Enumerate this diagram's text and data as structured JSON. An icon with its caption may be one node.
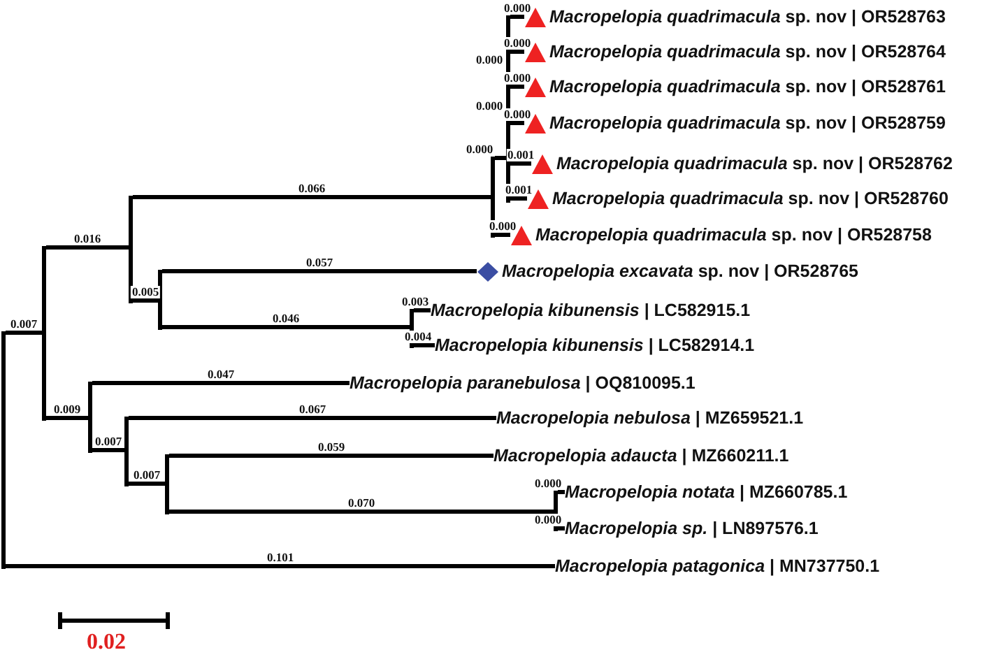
{
  "diagram": {
    "nodes": [
      {
        "text": [
          "*Macropelopia quadrimacula* sp. nov | OR528763"
        ]
      },
      {
        "text": [
          "*Macropelopia quadrimacula* sp. nov | OR528764"
        ]
      },
      {
        "text": [
          "*Macropelopia quadrimacula* sp. nov | OR528761"
        ]
      },
      {
        "text": [
          "*Macropelopia quadrimacula* sp. nov | OR528759"
        ]
      },
      {
        "text": [
          "*Macropelopia quadrimacula* sp. nov | OR528762"
        ]
      },
      {
        "text": [
          "*Macropelopia quadrimacula* sp. nov | OR528760"
        ]
      },
      {
        "text": [
          "*Macropelopia quadrimacula* sp. nov | OR528758"
        ]
      },
      {
        "text": [
          "*Macropelopia excavata* sp. nov | OR528765"
        ]
      },
      {
        "text": [
          "*Macropelopia kibunensis* | LC582915.1"
        ]
      },
      {
        "text": [
          "*Macropelopia kibunensis* | LC582914.1"
        ]
      },
      {
        "text": [
          "*Macropelopia paranebulosa* | OQ810095.1"
        ]
      },
      {
        "text": [
          "*Macropelopia nebulosa* | MZ659521.1"
        ]
      },
      {
        "text": [
          "*Macropelopia adaucta* | MZ660211.1"
        ]
      },
      {
        "text": [
          "*Macropelopia notata* | MZ660785.1"
        ]
      },
      {
        "text": [
          "*Macropelopia sp.* | LN897576.1"
        ]
      },
      {
        "text": [
          "*Macropelopia patagonica* | MN737750.1"
        ]
      },
      {
        "text": [],
        "shape": "bar"
      },
      {
        "text": [],
        "shape": "bar"
      },
      {
        "text": [],
        "shape": "bar"
      },
      {
        "text": [],
        "shape": "bar"
      },
      {
        "text": [],
        "shape": "bar"
      },
      {
        "text": [],
        "shape": "bar"
      },
      {
        "text": [],
        "shape": "bar"
      },
      {
        "text": [],
        "shape": "bar"
      },
      {
        "text": [],
        "shape": "bar"
      },
      {
        "text": [],
        "shape": "bar"
      },
      {
        "text": [],
        "shape": "bar"
      }
    ],
    "edges": [
      {
        "from": 16,
        "to": 17,
        "arrow": "none",
        "label": "0.007"
      },
      {
        "from": 16,
        "to": 15,
        "arrow": "none",
        "label": "0.101"
      },
      {
        "from": 17,
        "to": 20,
        "arrow": "none",
        "label": "0.016"
      },
      {
        "from": 17,
        "to": 18,
        "arrow": "none",
        "label": "0.009"
      },
      {
        "from": 20,
        "to": 24,
        "arrow": "none",
        "label": "0.066"
      },
      {
        "from": 20,
        "to": 21,
        "arrow": "none",
        "label": "0.005"
      },
      {
        "from": 21,
        "to": 7,
        "arrow": "none",
        "label": "0.057"
      },
      {
        "from": 21,
        "to": 23,
        "arrow": "none",
        "label": "0.046"
      },
      {
        "from": 23,
        "to": 8,
        "arrow": "none",
        "label": "0.003"
      },
      {
        "from": 23,
        "to": 9,
        "arrow": "none",
        "label": "0.004"
      },
      {
        "from": 18,
        "to": 10,
        "arrow": "none",
        "label": "0.047"
      },
      {
        "from": 18,
        "to": 19,
        "arrow": "none",
        "label": "0.007"
      },
      {
        "from": 19,
        "to": 11,
        "arrow": "none",
        "label": "0.067"
      },
      {
        "from": 19,
        "to": 22,
        "arrow": "none",
        "label": "0.007"
      },
      {
        "from": 22,
        "to": 12,
        "arrow": "none",
        "label": "0.059"
      },
      {
        "from": 22,
        "to": 26,
        "arrow": "none",
        "label": "0.070"
      },
      {
        "from": 26,
        "to": 13,
        "arrow": "none",
        "label": "0.000"
      },
      {
        "from": 26,
        "to": 14,
        "arrow": "none",
        "label": "0.000"
      },
      {
        "from": 24,
        "to": 25,
        "arrow": "none",
        "label": "0.000"
      },
      {
        "from": 24,
        "to": 6,
        "arrow": "none",
        "label": "0.000"
      },
      {
        "from": 25,
        "to": 0,
        "arrow": "none",
        "label": "0.000"
      },
      {
        "from": 25,
        "to": 1,
        "arrow": "none",
        "label": "0.000"
      },
      {
        "from": 25,
        "to": 2,
        "arrow": "none",
        "label": "0.000"
      },
      {
        "from": 25,
        "to": 3,
        "arrow": "none",
        "label": "0.000"
      },
      {
        "from": 25,
        "to": 4,
        "arrow": "none",
        "label": "0.001"
      },
      {
        "from": 25,
        "to": 5,
        "arrow": "none",
        "label": "0.001"
      }
    ],
    "labels": [
      "0.000",
      "0.000",
      "0.02"
    ]
  }
}
